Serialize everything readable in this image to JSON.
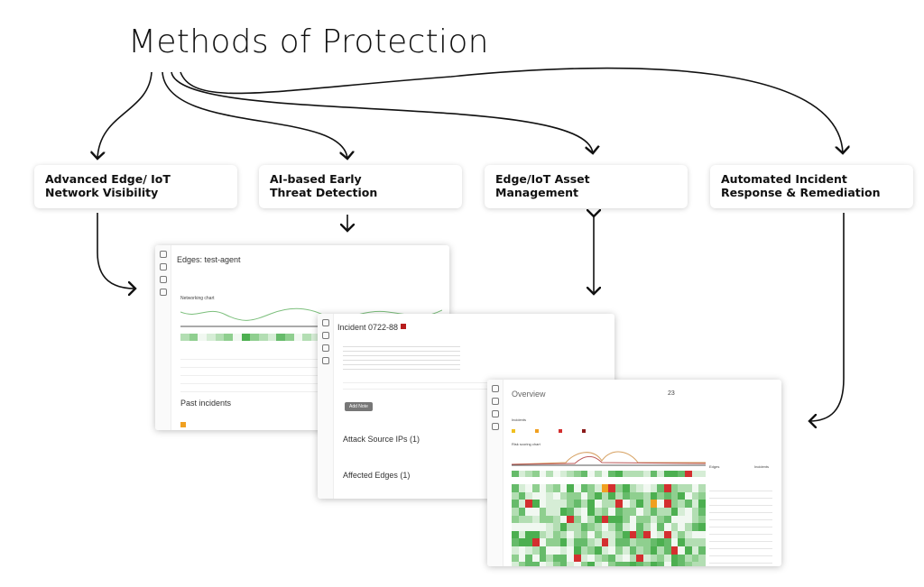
{
  "title": "Methods of Protection",
  "methods": [
    {
      "line1": "Advanced Edge/ IoT",
      "line2": "Network Visibility"
    },
    {
      "line1": "AI-based Early",
      "line2": "Threat Detection"
    },
    {
      "line1": "Edge/IoT Asset",
      "line2": "Management"
    },
    {
      "line1": "Automated Incident",
      "line2": "Response & Remediation"
    }
  ],
  "screens": {
    "edges": {
      "title": "Edges: test-agent",
      "chart_label": "Networking chart",
      "section": "Past incidents"
    },
    "incident": {
      "title": "Incident 0722-88",
      "section1": "Attack Source IPs (1)",
      "section2": "Affected Edges (1)",
      "button": "Add Note"
    },
    "overview": {
      "title": "Overview",
      "incidents_label": "Incidents",
      "chart_label": "Risk scoring chart",
      "edges_col": "Edges",
      "incidents_col": "Incidents",
      "count": "23"
    }
  },
  "colors": {
    "green": "#4caf50",
    "red": "#d32f2f",
    "orange": "#f0a020",
    "darkred": "#8b1a1a"
  }
}
